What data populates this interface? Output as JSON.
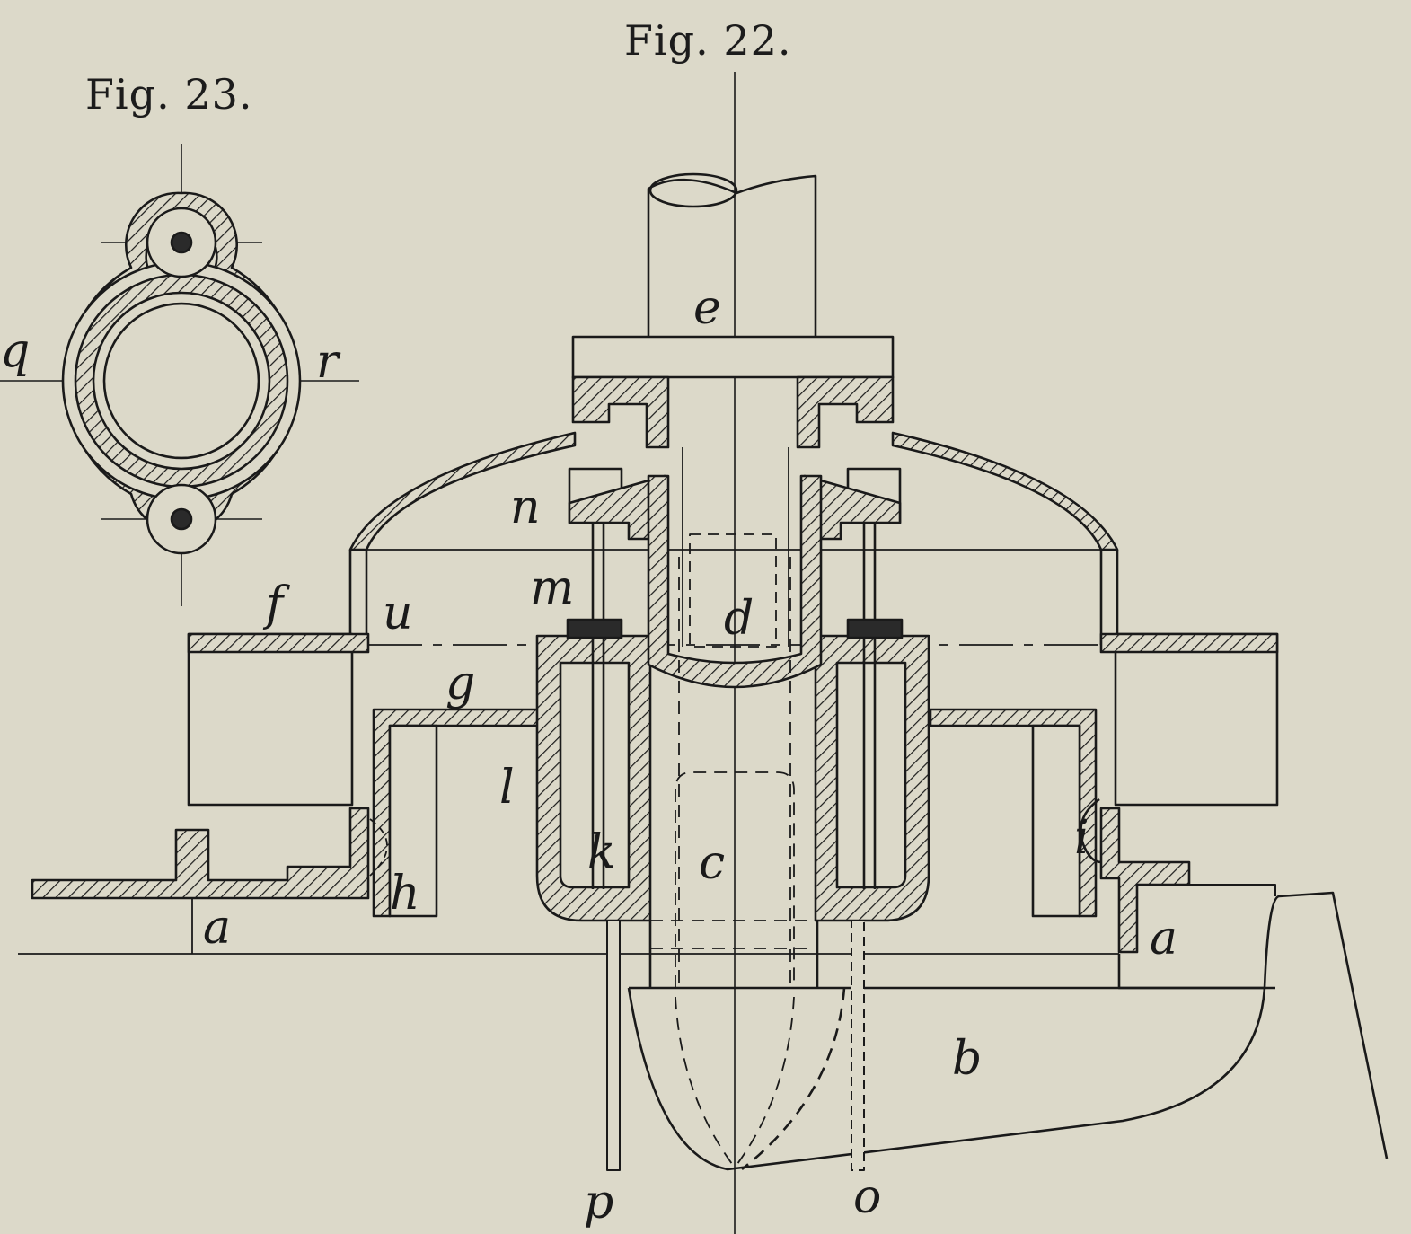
{
  "figures": {
    "fig22": {
      "title": "Fig. 22.",
      "labels": {
        "e": "e",
        "n": "n",
        "m": "m",
        "d": "d",
        "f": "f",
        "u": "u",
        "g": "g",
        "l": "l",
        "k": "k",
        "c": "c",
        "h": "h",
        "i": "i",
        "a_left": "a",
        "a_right": "a",
        "b": "b",
        "p": "p",
        "o": "o"
      }
    },
    "fig23": {
      "title": "Fig. 23.",
      "labels": {
        "q": "q",
        "r": "r"
      }
    }
  },
  "colors": {
    "paper": "#dcd9c9",
    "ink": "#1a1a1a"
  }
}
